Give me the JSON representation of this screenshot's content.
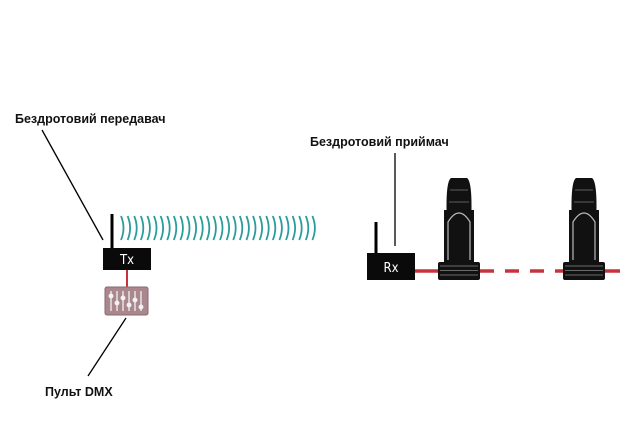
{
  "labels": {
    "transmitter": "Бездротовий передавач",
    "receiver": "Бездротовий приймач",
    "console": "Пульт DMX"
  },
  "devices": {
    "tx": "Tx",
    "rx": "Rx"
  },
  "colors": {
    "wave": "#2a9d9a",
    "cable": "#c8323c",
    "device": "#0a0a0a",
    "console": "#a9878d"
  }
}
